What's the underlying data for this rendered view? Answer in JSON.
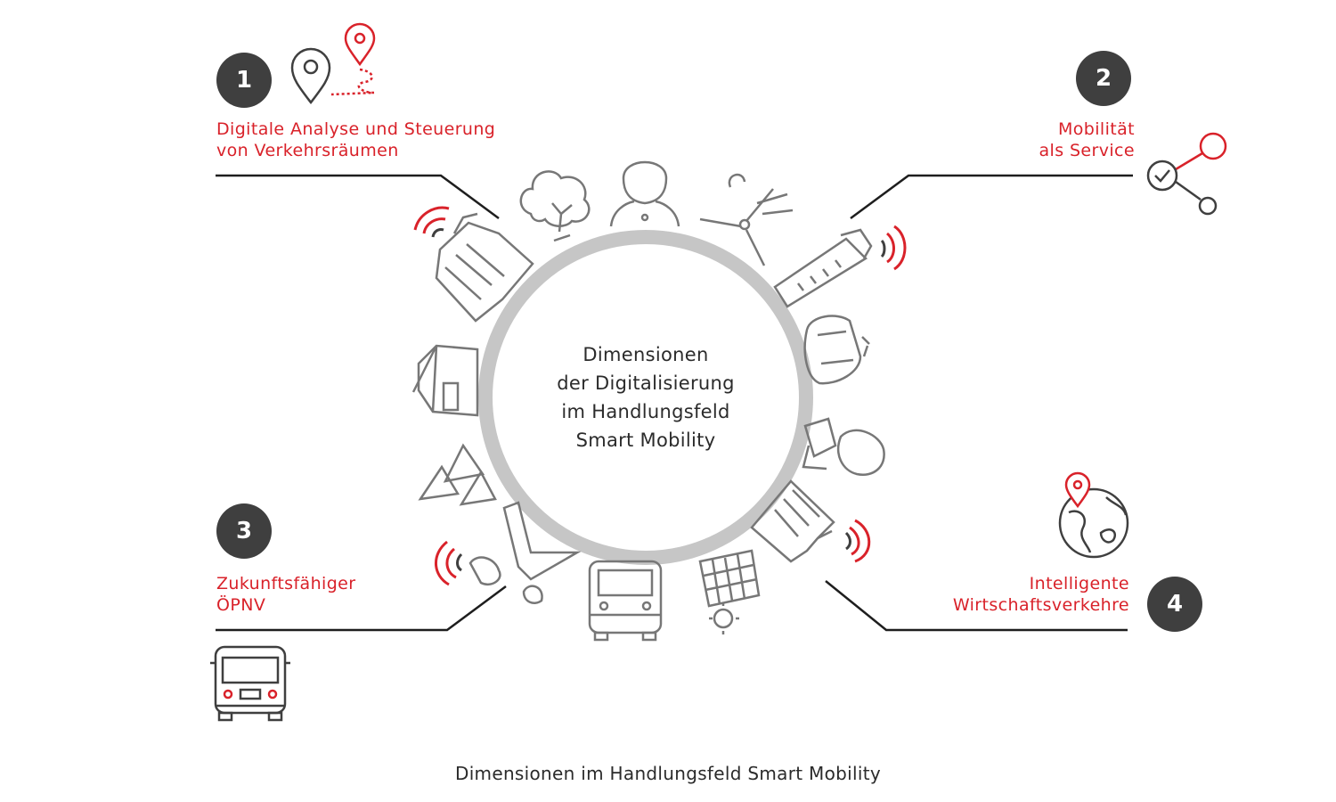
{
  "center": {
    "line1": "Dimensionen",
    "line2": "der Digitalisierung",
    "line3": "im Handlungsfeld",
    "line4": "Smart Mobility"
  },
  "dimensions": [
    {
      "number": "1",
      "line1": "Digitale Analyse und Steuerung",
      "line2": "von Verkehrsräumen",
      "icon": "map-route-icon"
    },
    {
      "number": "2",
      "line1": "Mobilität",
      "line2": "als Service",
      "icon": "share-network-icon"
    },
    {
      "number": "3",
      "line1": "Zukunftsfähiger",
      "line2": "ÖPNV",
      "icon": "bus-icon"
    },
    {
      "number": "4",
      "line1": "Intelligente",
      "line2": "Wirtschaftsverkehre",
      "icon": "globe-pin-icon"
    }
  ],
  "caption": "Dimensionen im Handlungsfeld Smart Mobility",
  "colors": {
    "accent": "#d9222a",
    "dark": "#3f3f3f",
    "ring": "#c6c6c6",
    "line": "#1e1e1e",
    "icon": "#555555"
  }
}
